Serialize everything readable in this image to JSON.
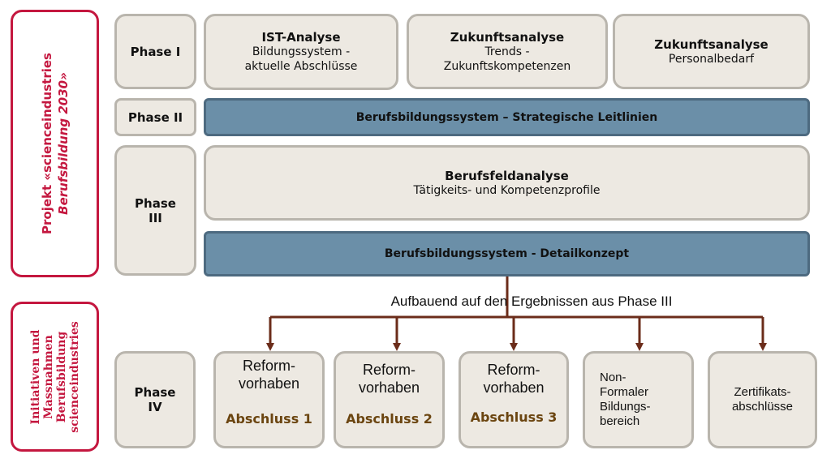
{
  "left_labels": {
    "project": [
      "Projekt «scienceindustries",
      "Berufsbildung 2030»"
    ],
    "initiatives": [
      "Initiativen und",
      "Massnahmen",
      "Berufsbildung",
      "scienceindustries"
    ]
  },
  "phases": {
    "p1": "Phase I",
    "p2": "Phase II",
    "p3": [
      "Phase",
      "III"
    ],
    "p4": [
      "Phase",
      "IV"
    ]
  },
  "phase1_boxes": [
    {
      "title": "IST-Analyse",
      "lines": [
        "Bildungssystem -",
        "aktuelle Abschlüsse"
      ]
    },
    {
      "title": "Zukunftsanalyse",
      "lines": [
        "Trends -",
        "Zukunftskompetenzen"
      ]
    },
    {
      "title": "Zukunftsanalyse",
      "lines": [
        "Personalbedarf"
      ]
    }
  ],
  "phase2_bar": "Berufsbildungssystem – Strategische Leitlinien",
  "phase3": {
    "title": "Berufsfeldanalyse",
    "subtitle": "Tätigkeits- und Kompetenzprofile",
    "bar": "Berufsbildungssystem - Detailkonzept"
  },
  "connector_label": "Aufbauend auf den Ergebnissen aus Phase III",
  "phase4_boxes": [
    {
      "lines": [
        "Reform-",
        "vorhaben"
      ],
      "sub": "Abschluss 1"
    },
    {
      "lines": [
        "Reform-",
        "vorhaben"
      ],
      "sub": "Abschluss 2"
    },
    {
      "lines": [
        "Reform-",
        "vorhaben"
      ],
      "sub": "Abschluss 3"
    },
    {
      "lines": [
        "Non-",
        "Formaler",
        "Bildungs-",
        "bereich"
      ]
    },
    {
      "lines": [
        "Zertifikats-",
        "abschlüsse"
      ]
    }
  ],
  "colors": {
    "accent_red": "#c4173f",
    "bar_blue": "#6b8fa8",
    "arrow": "#6b2c1a",
    "abschluss": "#6b4510"
  }
}
